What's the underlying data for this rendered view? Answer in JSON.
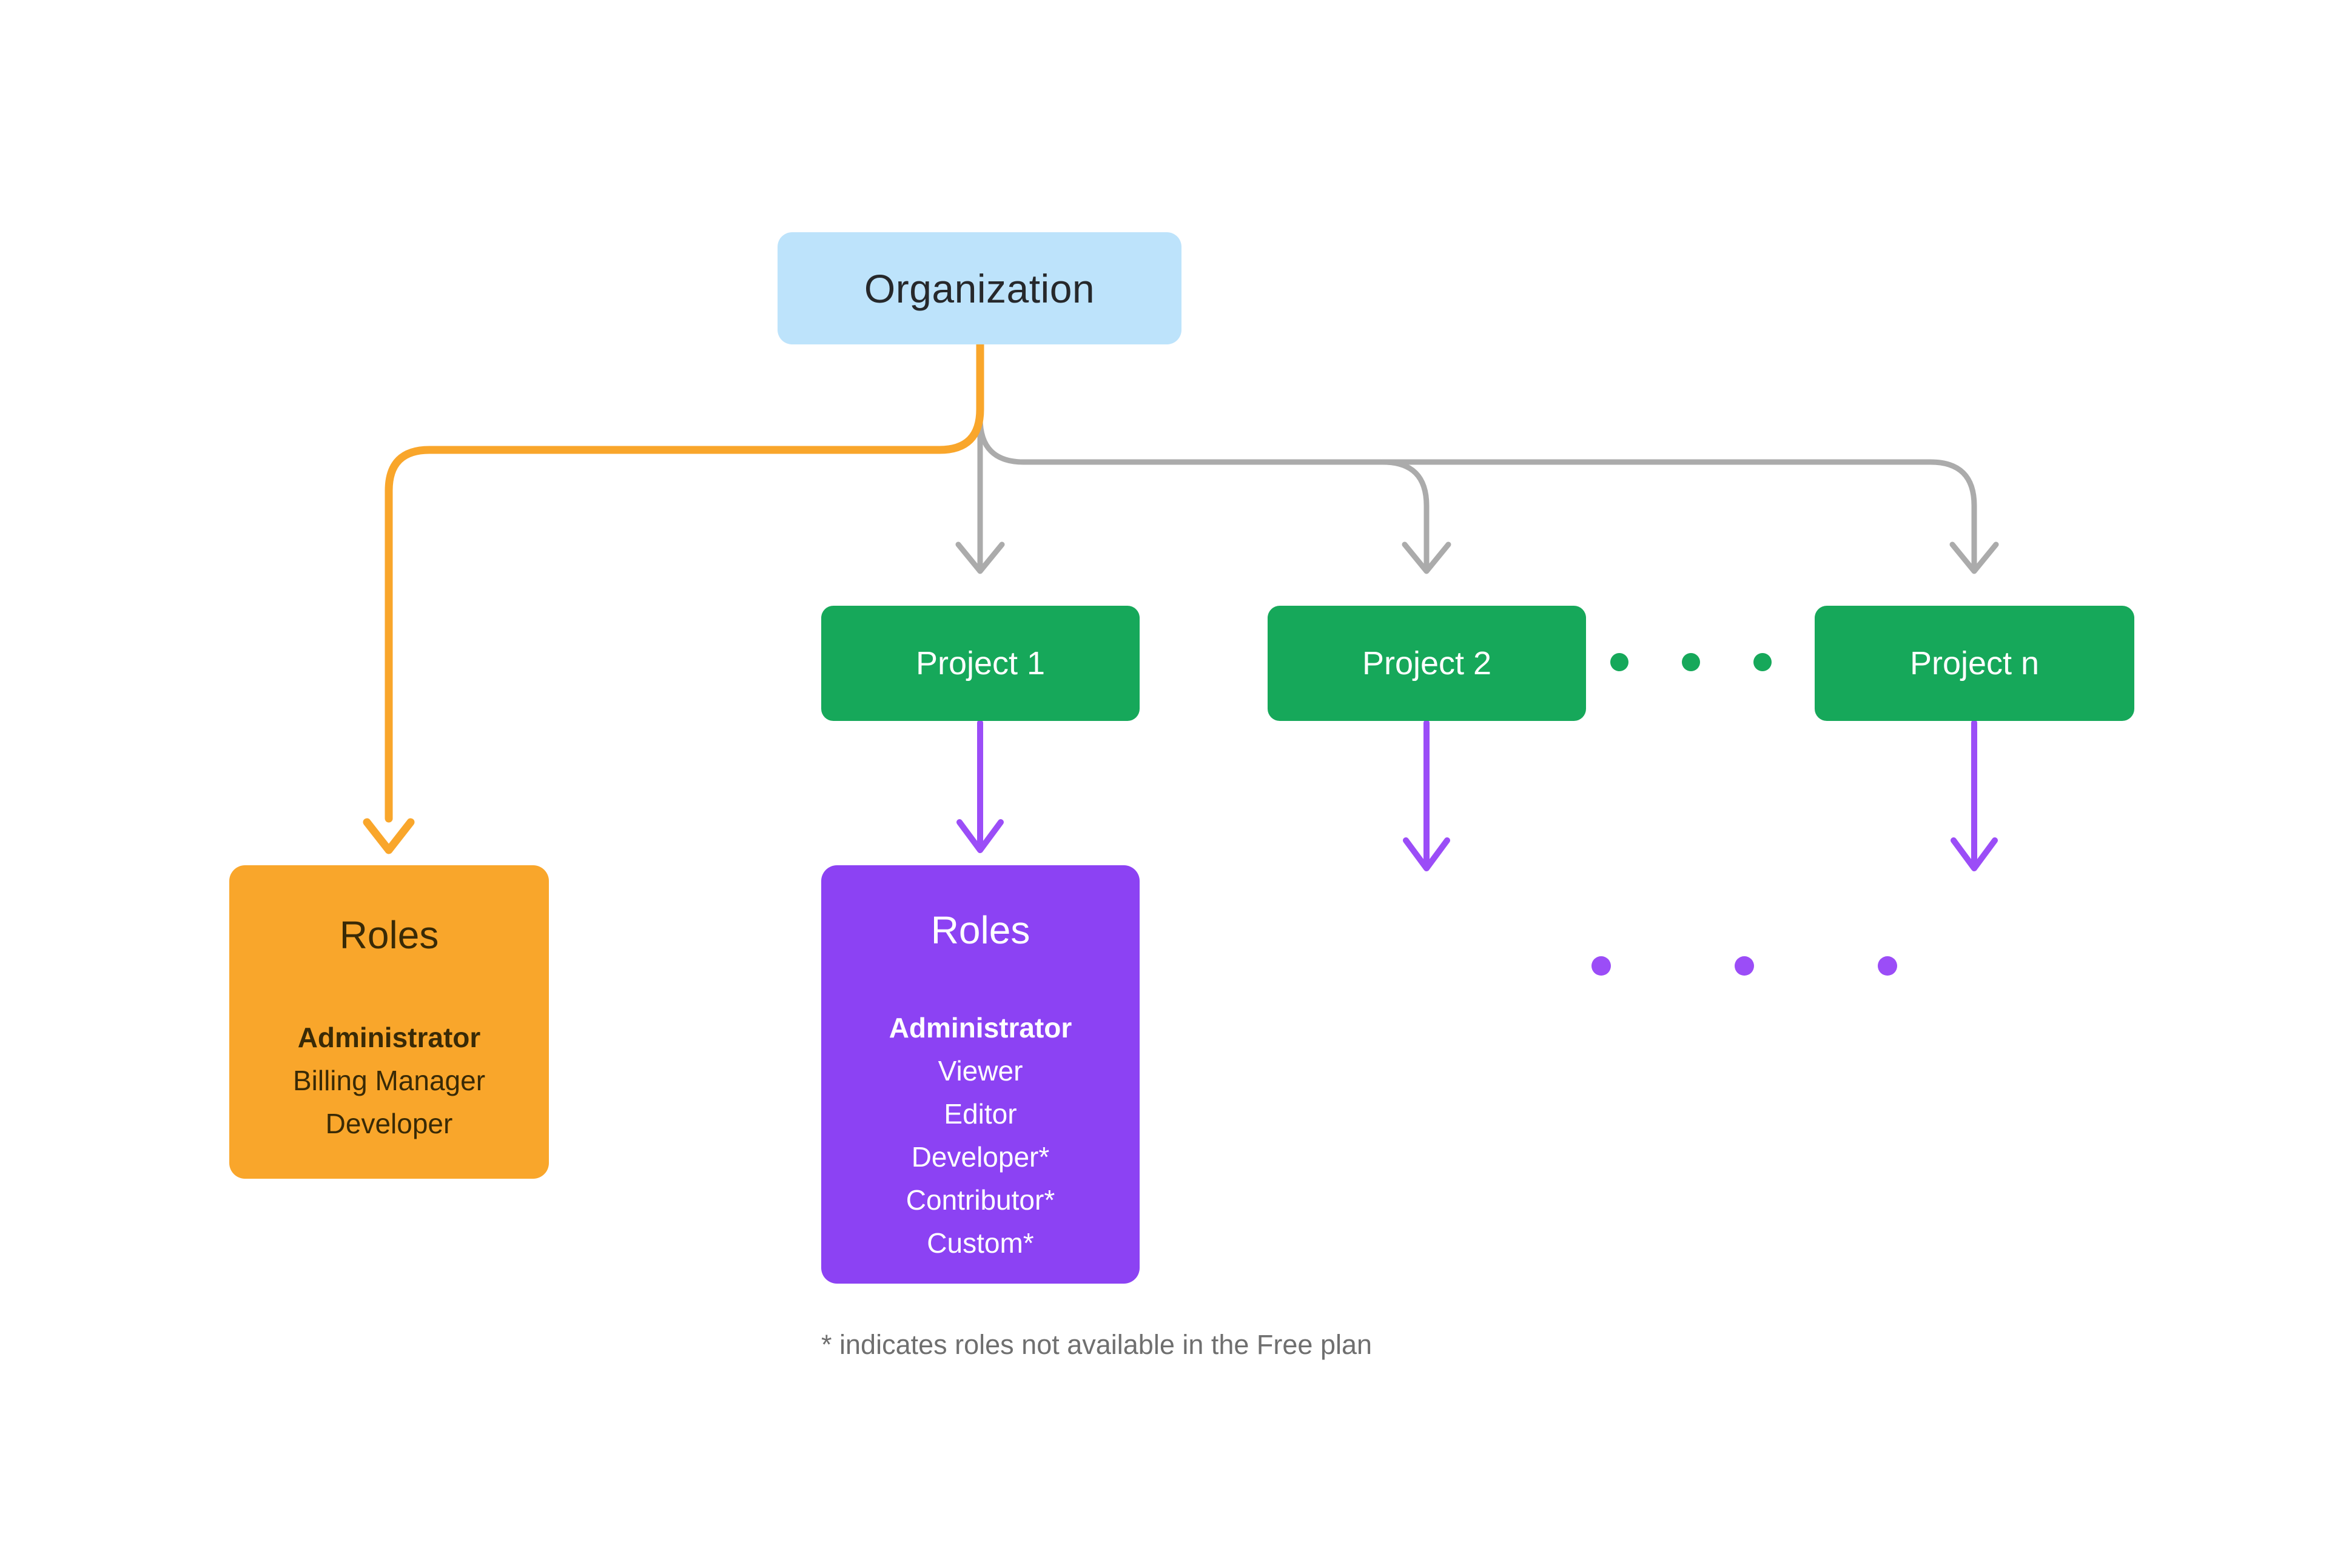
{
  "organization": {
    "label": "Organization"
  },
  "projects": [
    {
      "label": "Project 1"
    },
    {
      "label": "Project 2"
    },
    {
      "label": "Project n"
    }
  ],
  "org_roles": {
    "title": "Roles",
    "items": [
      "Administrator",
      "Billing Manager",
      "Developer"
    ]
  },
  "project_roles": {
    "title": "Roles",
    "items": [
      "Administrator",
      "Viewer",
      "Editor",
      "Developer*",
      "Contributor*",
      "Custom*"
    ]
  },
  "footnote": {
    "text": "* indicates roles not available in the Free plan"
  },
  "colors": {
    "organization_bg": "#BDE3FB",
    "project_bg": "#16A85A",
    "org_roles_bg": "#F9A62B",
    "project_roles_bg": "#8C42F3",
    "orange_line": "#F9A62B",
    "gray_line": "#ABABAB",
    "purple_line": "#9B4DF7",
    "green_dot": "#16A85A",
    "purple_dot": "#9B4DF7",
    "footnote_text": "#6F6F6F"
  }
}
